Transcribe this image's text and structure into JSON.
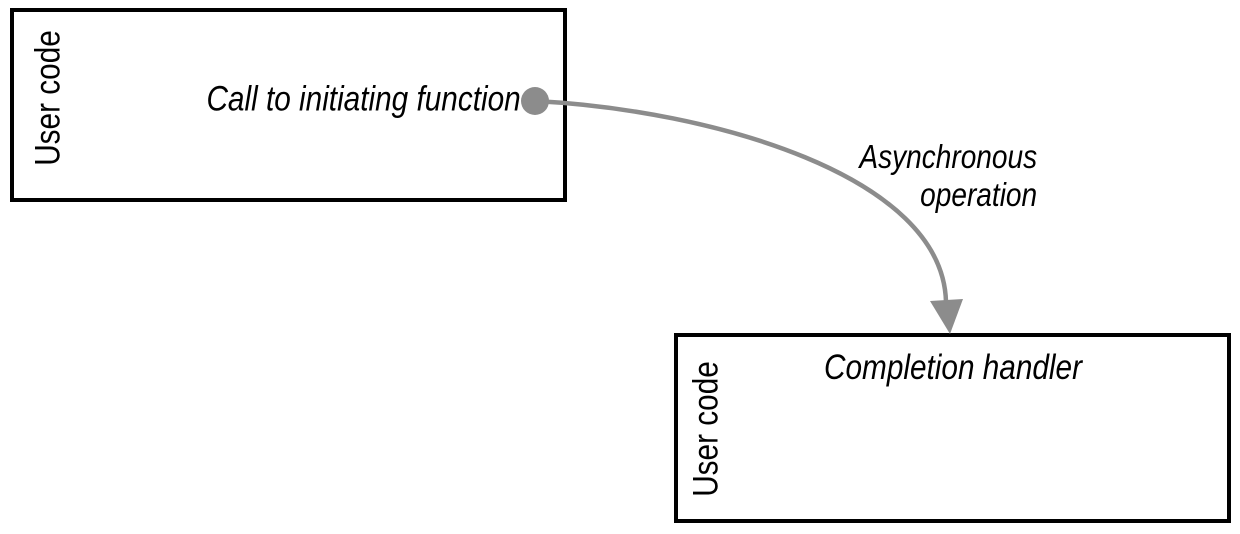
{
  "canvas": {
    "background": "#ffffff"
  },
  "boxes": [
    {
      "side_label": "User code",
      "title": "Call to initiating function"
    },
    {
      "side_label": "User code",
      "title": "Completion handler"
    }
  ],
  "arrow": {
    "label_lines": [
      "Asynchronous",
      "operation"
    ],
    "color": "#8c8c8c"
  },
  "colors": {
    "box_border": "#000000",
    "text": "#000000"
  }
}
